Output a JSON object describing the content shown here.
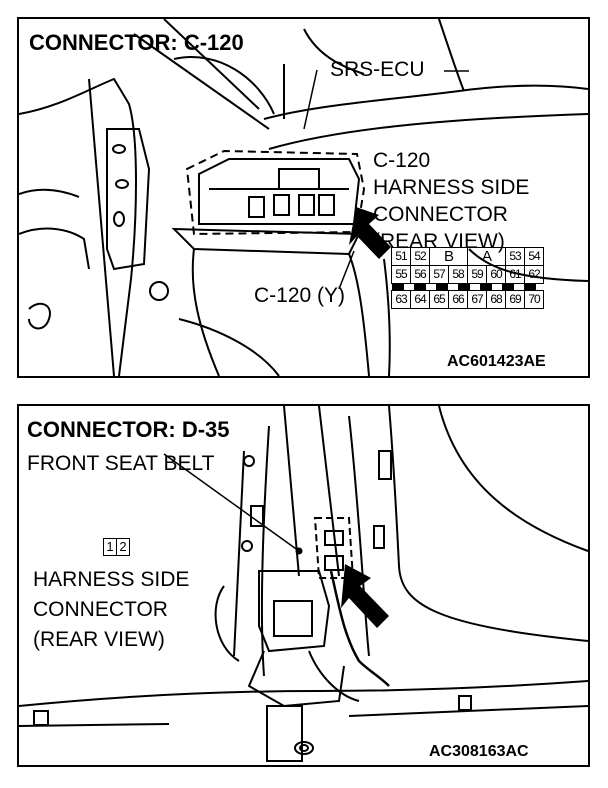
{
  "top_panel": {
    "title": "CONNECTOR: C-120",
    "srs_label": "SRS-ECU",
    "callout_lines": [
      "C-120",
      "HARNESS SIDE",
      "CONNECTOR",
      "(REAR VIEW)"
    ],
    "connector_label": "C-120 (Y)",
    "code": "AC601423AE",
    "pins": {
      "row1": [
        "51",
        "52",
        "B",
        "A",
        "53",
        "54"
      ],
      "row2": [
        "55",
        "56",
        "57",
        "58",
        "59",
        "60",
        "61",
        "62"
      ],
      "row3": [
        "63",
        "64",
        "65",
        "66",
        "67",
        "68",
        "69",
        "70"
      ]
    }
  },
  "bottom_panel": {
    "title": "CONNECTOR: D-35",
    "belt_label": "FRONT SEAT BELT",
    "callout_lines": [
      "HARNESS SIDE",
      "CONNECTOR",
      "(REAR VIEW)"
    ],
    "pins": [
      "1",
      "2"
    ],
    "code": "AC308163AC"
  }
}
